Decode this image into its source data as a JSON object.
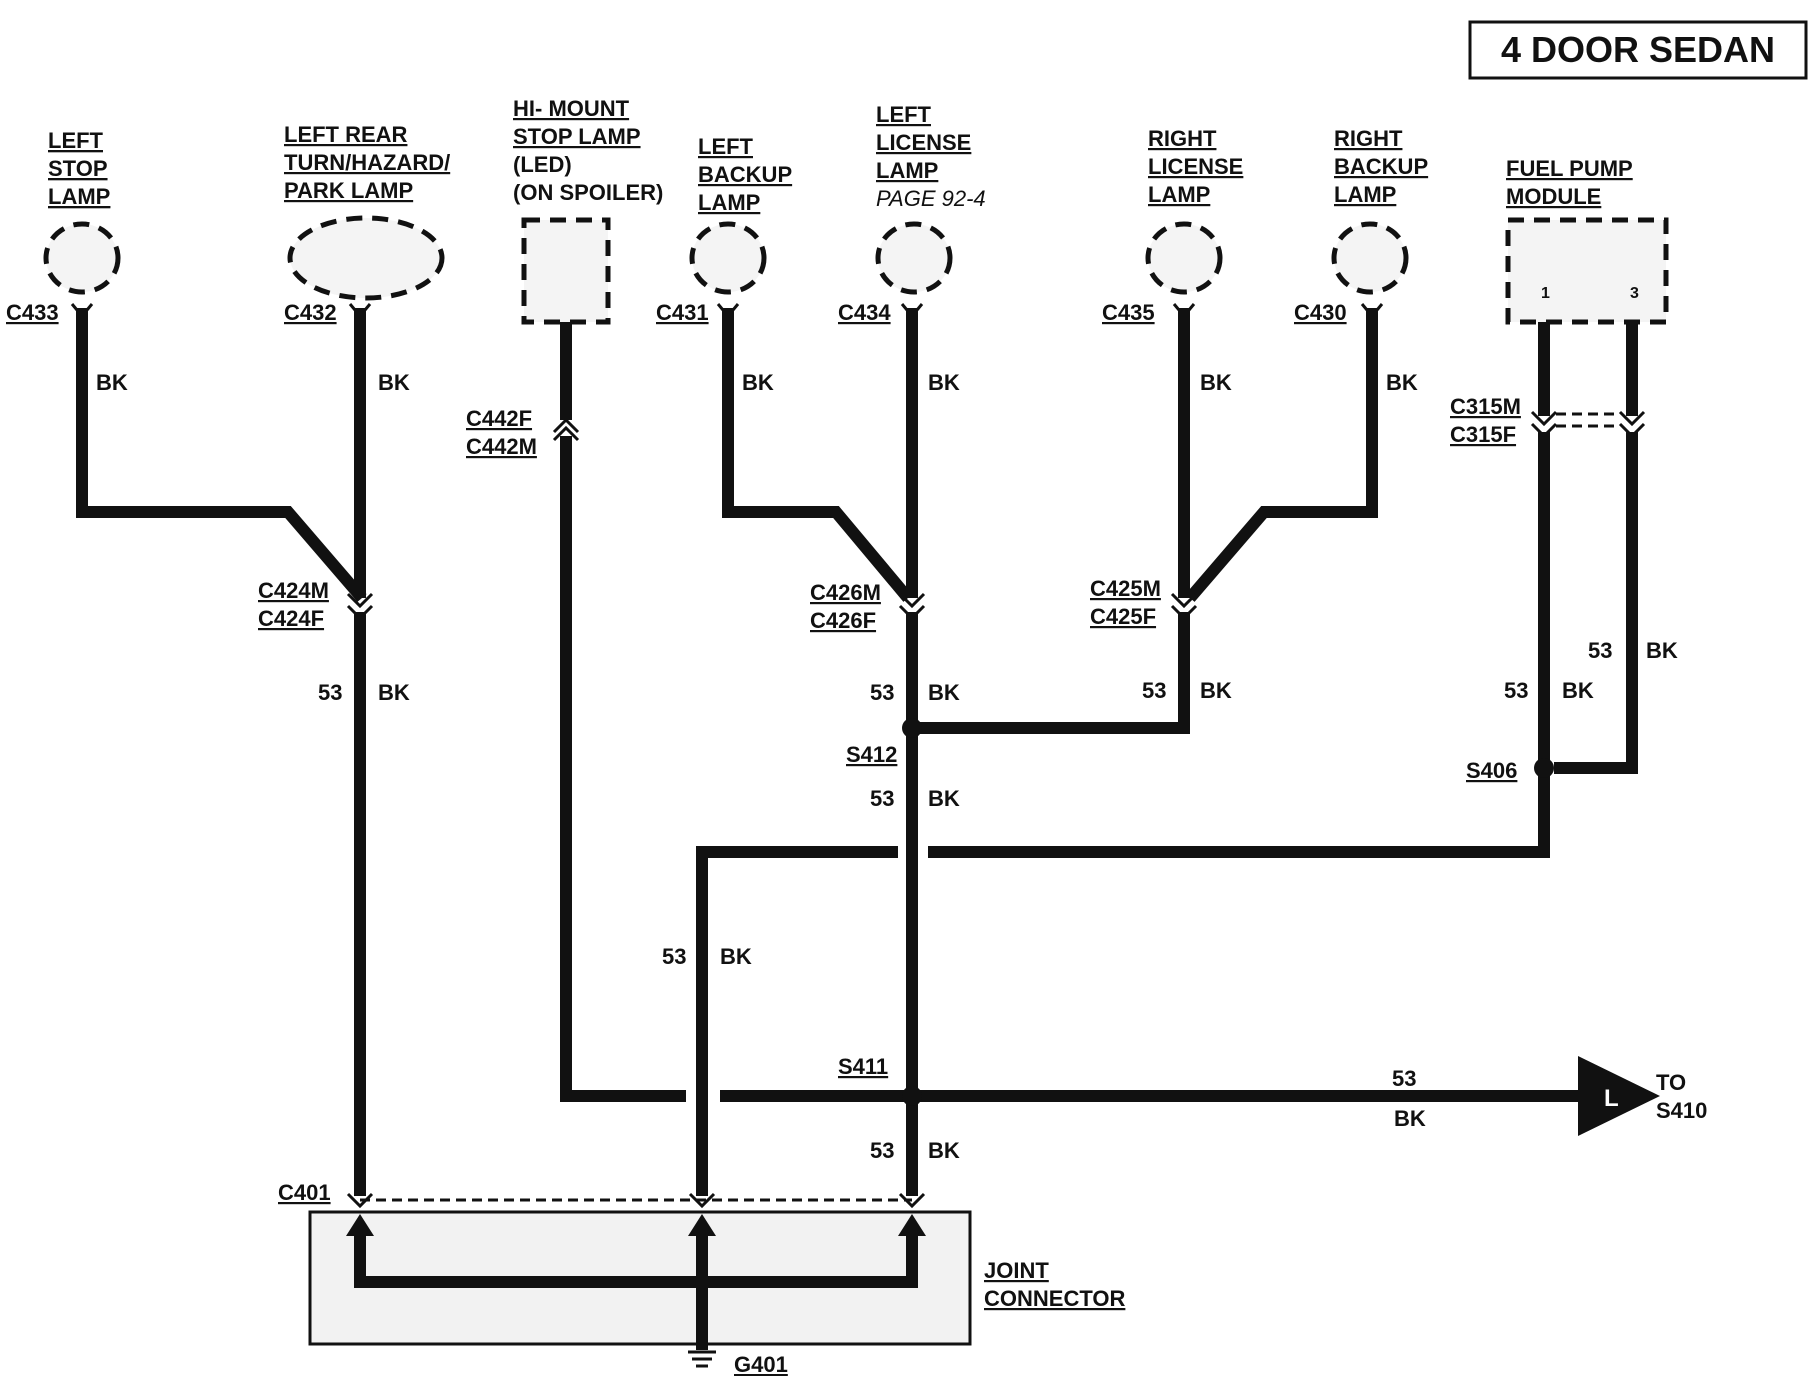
{
  "title": "4 DOOR SEDAN",
  "components": {
    "left_stop": [
      "LEFT",
      "STOP",
      "LAMP"
    ],
    "left_rear": [
      "LEFT REAR",
      "TURN/HAZARD/",
      "PARK LAMP"
    ],
    "hi_mount": [
      "HI- MOUNT",
      "STOP LAMP",
      "(LED)",
      "(ON SPOILER)"
    ],
    "left_backup": [
      "LEFT",
      "BACKUP",
      "LAMP"
    ],
    "left_license": [
      "LEFT",
      "LICENSE",
      "LAMP"
    ],
    "left_license_ref": "PAGE 92-4",
    "right_license": [
      "RIGHT",
      "LICENSE",
      "LAMP"
    ],
    "right_backup": [
      "RIGHT",
      "BACKUP",
      "LAMP"
    ],
    "fuel_pump": [
      "FUEL PUMP",
      "MODULE"
    ],
    "fuel_pump_pins": [
      "1",
      "3"
    ],
    "joint_connector": [
      "JOINT",
      "CONNECTOR"
    ]
  },
  "connectors": {
    "c433": "C433",
    "c432": "C432",
    "c431": "C431",
    "c434": "C434",
    "c435": "C435",
    "c430": "C430",
    "c442f": "C442F",
    "c442m": "C442M",
    "c315m": "C315M",
    "c315f": "C315F",
    "c424m": "C424M",
    "c424f": "C424F",
    "c426m": "C426M",
    "c426f": "C426F",
    "c425m": "C425M",
    "c425f": "C425F",
    "c401": "C401"
  },
  "splices": {
    "s412": "S412",
    "s406": "S406",
    "s411": "S411"
  },
  "ground": "G401",
  "wire": {
    "circuit": "53",
    "color": "BK"
  },
  "arrow": {
    "letter": "L",
    "to": "TO",
    "dest": "S410"
  }
}
